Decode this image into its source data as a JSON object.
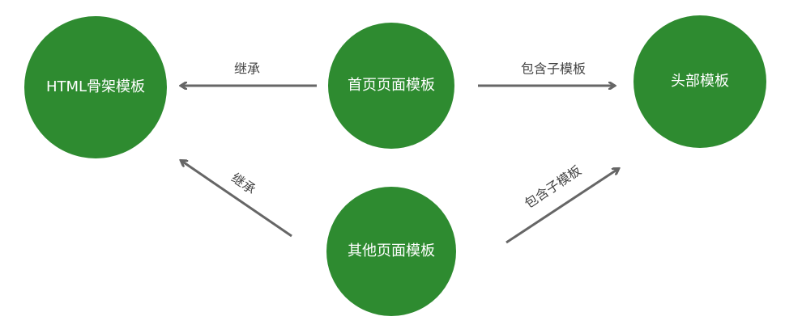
{
  "colors": {
    "node": "#2e8b30",
    "edge": "#666666"
  },
  "nodes": {
    "html_skeleton": "HTML骨架模板",
    "home_page": "首页页面模板",
    "header": "头部模板",
    "other_page": "其他页面模板"
  },
  "edges": {
    "home_inherits": "继承",
    "home_includes": "包含子模板",
    "other_inherits": "继承",
    "other_includes": "包含子模板"
  }
}
